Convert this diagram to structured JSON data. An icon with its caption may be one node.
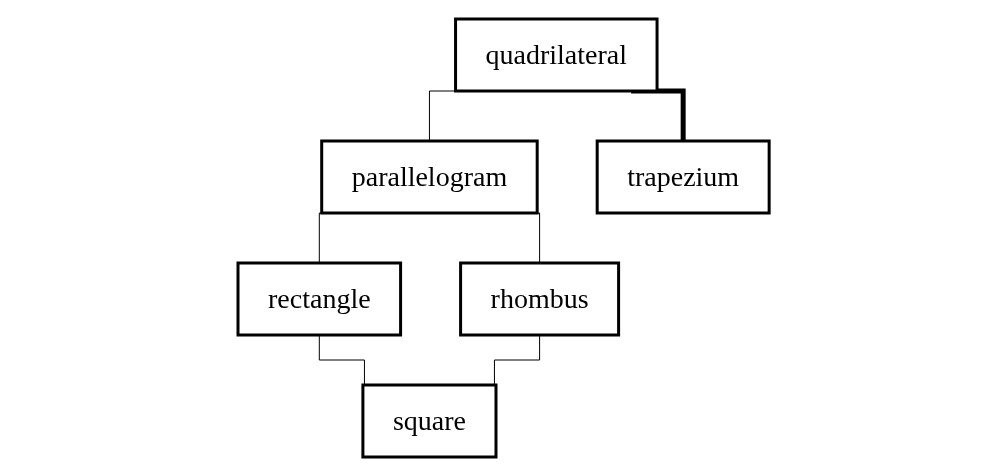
{
  "diagram": {
    "nodes": [
      {
        "text": [
          "quadrilateral"
        ]
      },
      {
        "text": [
          "parallelogram"
        ]
      },
      {
        "text": [
          "trapezium"
        ]
      },
      {
        "text": [
          "rectangle"
        ]
      },
      {
        "text": [
          "rhombus"
        ]
      },
      {
        "text": [
          "square"
        ]
      }
    ],
    "edges": [
      {
        "from": 0,
        "to": 1,
        "arrow": "none"
      },
      {
        "from": 0,
        "to": 2,
        "arrow": "none",
        "style": "thick"
      },
      {
        "from": 1,
        "to": 3,
        "arrow": "none"
      },
      {
        "from": 1,
        "to": 4,
        "arrow": "none"
      },
      {
        "from": 3,
        "to": 5,
        "arrow": "none"
      },
      {
        "from": 4,
        "to": 5,
        "arrow": "none"
      }
    ]
  }
}
